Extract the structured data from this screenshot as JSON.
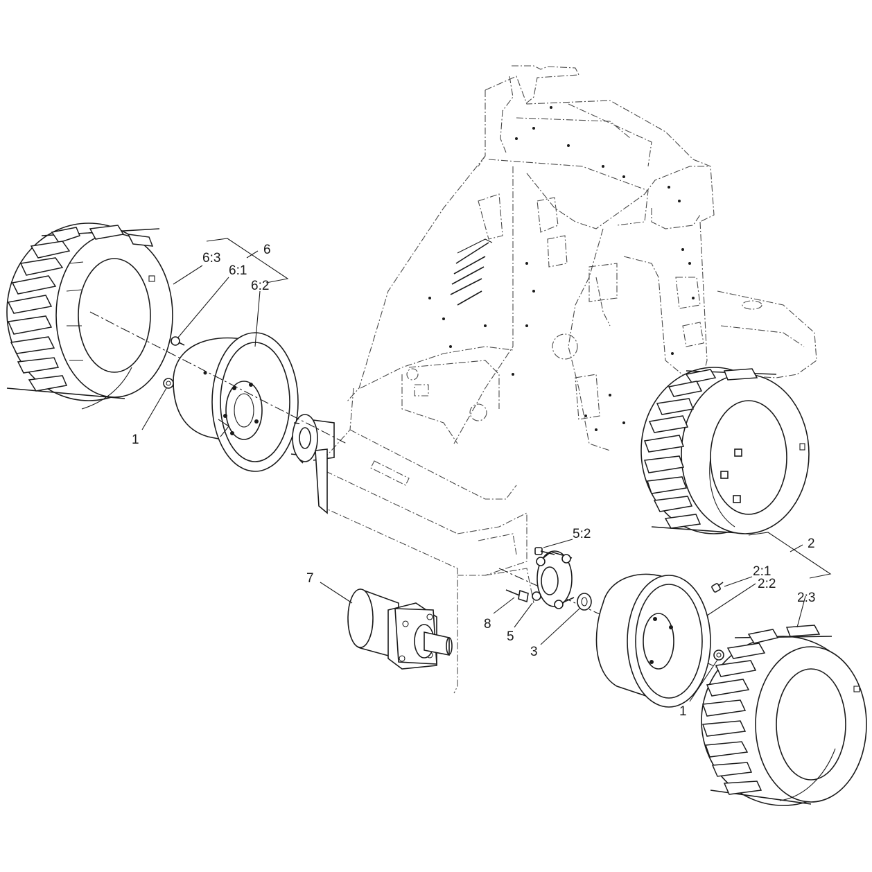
{
  "callouts": {
    "c6": "6",
    "c6_1": "6:1",
    "c6_2": "6:2",
    "c6_3": "6:3",
    "c1_left": "1",
    "c7": "7",
    "c5_2": "5:2",
    "c8": "8",
    "c5": "5",
    "c3": "3",
    "c2": "2",
    "c2_1": "2:1",
    "c2_2": "2:2",
    "c2_3": "2:3",
    "c1_right": "1"
  }
}
